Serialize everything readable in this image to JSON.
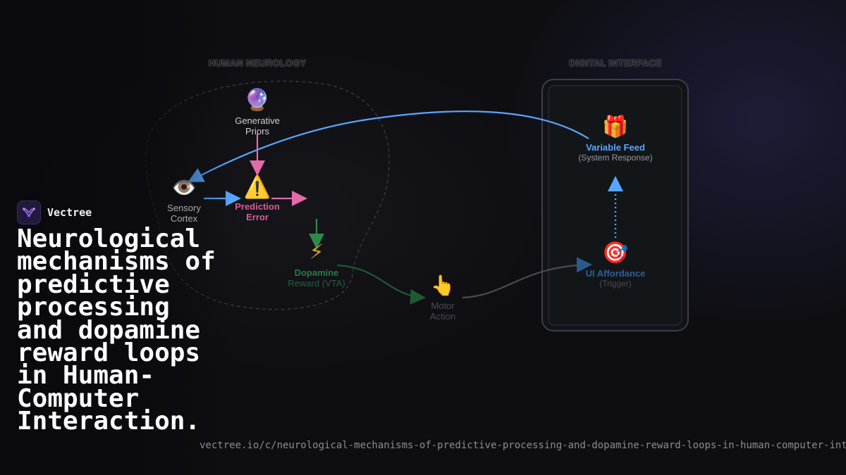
{
  "brand": {
    "name": "Vectree",
    "logo_icon": "vectree-logo-icon",
    "logo_color": "#221a3c"
  },
  "headline": "Neurological mechanisms of predictive processing and dopamine reward loops in Human-Computer Interaction.",
  "url": "vectree.io/c/neurological-mechanisms-of-predictive-processing-and-dopamine-reward-loops-in-human-computer-interaction",
  "diagram": {
    "sections": {
      "human": "HUMAN NEUROLOGY",
      "digital": "DIGITAL INTERFACE"
    },
    "nodes": {
      "generative_priors": {
        "icon": "🔮",
        "icon_name": "crystal-ball-icon",
        "label_1": "Generative",
        "label_2": "Priors",
        "color": "#cfcfd4"
      },
      "sensory_cortex": {
        "icon": "👁️",
        "icon_name": "eye-icon",
        "label_1": "Sensory",
        "label_2": "Cortex",
        "color": "#a8a8ae"
      },
      "prediction_error": {
        "icon": "⚠️",
        "icon_name": "warning-icon",
        "label_1": "Prediction",
        "label_2": "Error",
        "color": "#d95d9c"
      },
      "dopamine": {
        "icon": "⚡",
        "icon_name": "lightning-icon",
        "label_1": "Dopamine",
        "label_2": "Reward (VTA)",
        "color": "#2c7a45"
      },
      "motor_action": {
        "icon": "👆",
        "icon_name": "pointing-finger-icon",
        "label_1": "Motor",
        "label_2": "Action",
        "color": "#4a4a52"
      },
      "variable_feed": {
        "icon": "🎁",
        "icon_name": "gift-icon",
        "label_1": "Variable Feed",
        "label_2": "(System Response)",
        "color": "#58a6ff"
      },
      "ui_affordance": {
        "icon": "🎯",
        "icon_name": "target-icon",
        "label_1": "UI Affordance",
        "label_2": "(Trigger)",
        "color": "#2f5e98"
      }
    },
    "colors": {
      "blue_arrow": "#58a6ff",
      "pink_arrow": "#e46aaa",
      "green_arrow": "#2f8a4a",
      "dark_green_arrow": "#1f5a33",
      "grey_arrow": "#5a5a62",
      "dark_blue_arrow": "#2d5a8e"
    }
  }
}
